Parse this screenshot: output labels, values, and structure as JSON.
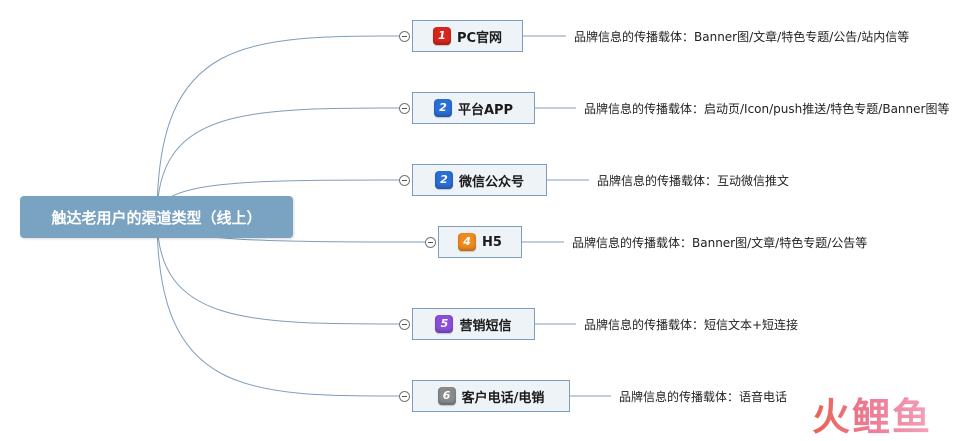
{
  "root": {
    "label": "触达老用户的渠道类型（线上）"
  },
  "branches": [
    {
      "badge": "1",
      "badge_color": "#d9261c",
      "label": "PC官网",
      "desc": "品牌信息的传播载体：Banner图/文章/特色专题/公告/站内信等"
    },
    {
      "badge": "2",
      "badge_color": "#2a6fd6",
      "label": "平台APP",
      "desc": "品牌信息的传播载体：启动页/Icon/push推送/特色专题/Banner图等"
    },
    {
      "badge": "2",
      "badge_color": "#2a6fd6",
      "label": "微信公众号",
      "desc": "品牌信息的传播载体：互动微信推文"
    },
    {
      "badge": "4",
      "badge_color": "#f08a1c",
      "label": "H5",
      "desc": "品牌信息的传播载体：Banner图/文章/特色专题/公告等"
    },
    {
      "badge": "5",
      "badge_color": "#8a4fd8",
      "label": "营销短信",
      "desc": "品牌信息的传播载体：短信文本+短连接"
    },
    {
      "badge": "6",
      "badge_color": "#8a8a8a",
      "label": "客户电话/电销",
      "desc": "品牌信息的传播载体：语音电话"
    }
  ],
  "watermark": {
    "text": "火鲤鱼"
  },
  "colors": {
    "line": "#7f9db9",
    "root_fill": "#7aa3c2",
    "node_fill": "#eef3f8"
  }
}
